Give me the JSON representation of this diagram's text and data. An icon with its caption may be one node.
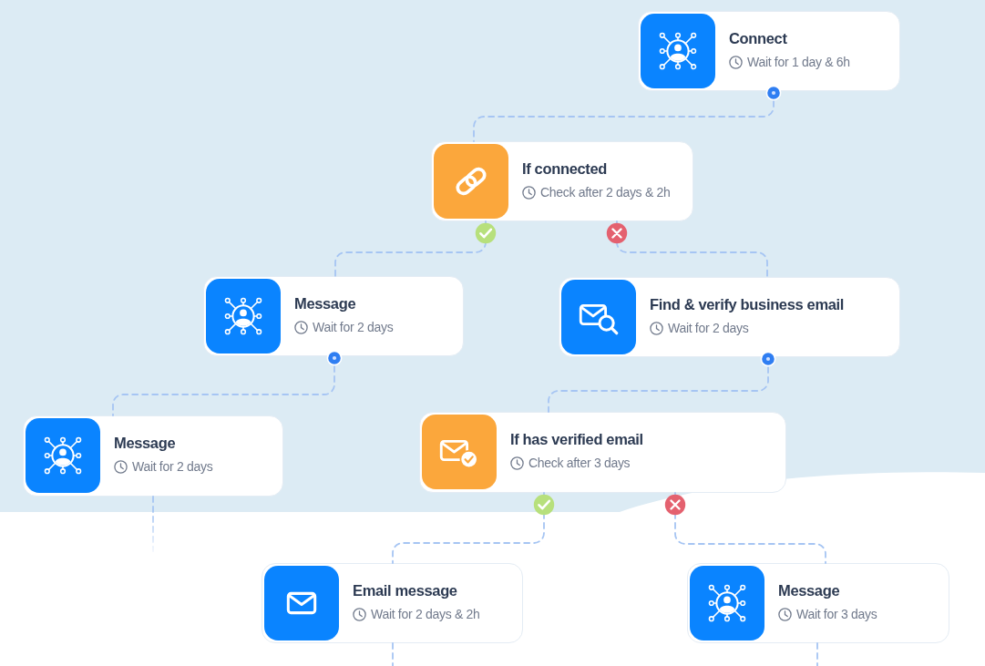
{
  "diagram": {
    "nodes": [
      {
        "text": [
          "Connect",
          "Wait for 1 day & 6h"
        ]
      },
      {
        "text": [
          "If connected",
          "Check after 2 days & 2h"
        ]
      },
      {
        "text": [
          "Message",
          "Wait for 2 days"
        ]
      },
      {
        "text": [
          "Find & verify business email",
          "Wait for 2 days"
        ]
      },
      {
        "text": [
          "Message",
          "Wait for 2 days"
        ]
      },
      {
        "text": [
          "If has verified email",
          "Check after 3 days"
        ]
      },
      {
        "text": [
          "Email message",
          "Wait for 2 days & 2h"
        ]
      },
      {
        "text": [
          "Message",
          "Wait for 3 days"
        ]
      }
    ],
    "edges": [
      {
        "from": 0,
        "to": 1,
        "arrow": "other",
        "style": "dashed"
      },
      {
        "from": 1,
        "to": 2,
        "arrow": "other",
        "style": "dashed"
      },
      {
        "from": 1,
        "to": 3,
        "arrow": "other",
        "style": "dashed"
      },
      {
        "from": 2,
        "to": 4,
        "arrow": "other",
        "style": "dashed"
      },
      {
        "from": 3,
        "to": 5,
        "arrow": "other",
        "style": "dashed"
      },
      {
        "from": 5,
        "to": 6,
        "arrow": "other",
        "style": "dashed"
      },
      {
        "from": 5,
        "to": 7,
        "arrow": "other",
        "style": "dashed"
      },
      {
        "from": 4,
        "to": null,
        "arrow": "none",
        "style": "dashed"
      },
      {
        "from": 6,
        "to": null,
        "arrow": "none",
        "style": "dashed"
      },
      {
        "from": 7,
        "to": null,
        "arrow": "none",
        "style": "dashed"
      }
    ]
  }
}
